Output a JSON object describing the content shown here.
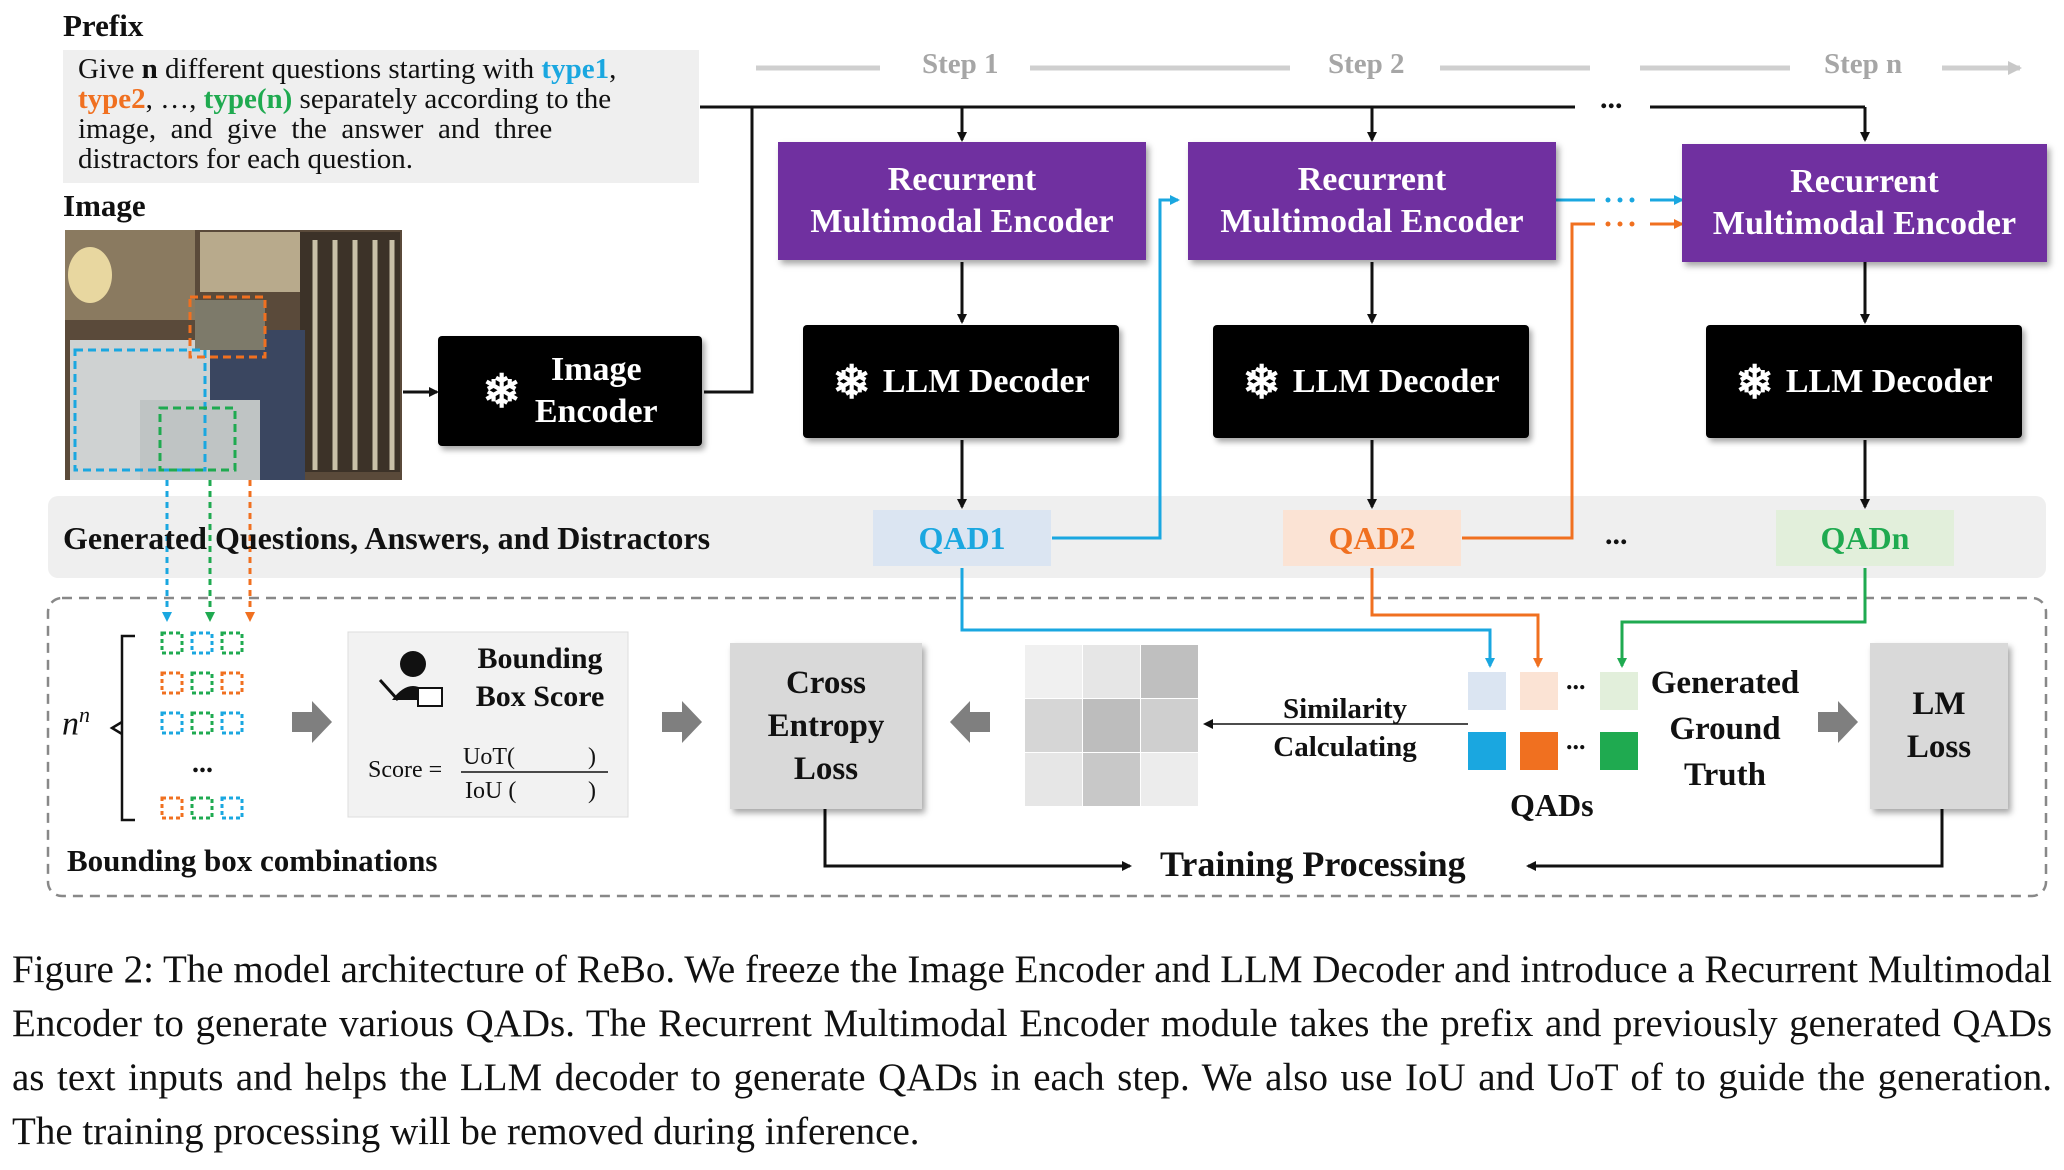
{
  "prefix": {
    "title": "Prefix",
    "line1": [
      "Give ",
      "n",
      " different questions starting with ",
      "type1",
      ","
    ],
    "line2": [
      "type2",
      ", …, ",
      "type(n)",
      " separately according to the"
    ],
    "line3": "image,  and  give  the  answer  and  three",
    "line4": "distractors for each question."
  },
  "image_label": "Image",
  "steps": [
    "Step 1",
    "Step 2",
    "Step n"
  ],
  "step_ellipsis": "···",
  "image_encoder": [
    "Image",
    "Encoder"
  ],
  "rme": [
    "Recurrent",
    "Multimodal Encoder"
  ],
  "llm_decoder": "LLM Decoder",
  "snowflake_icon": "snowflake-icon",
  "band_label": "Generated Questions, Answers, and Distractors",
  "qads": [
    "QAD1",
    "QAD2",
    "QADn"
  ],
  "ellipsis": "...",
  "combos": {
    "label": "n",
    "superscript": "n",
    "ellipsis": "...",
    "caption": "Bounding box combinations"
  },
  "score": {
    "title": [
      "Bounding",
      "Box Score"
    ],
    "prefix": "Score =",
    "num": "UoT(",
    "den": "IoU (",
    "close": ")"
  },
  "cross_entropy": [
    "Cross",
    "Entropy",
    "Loss"
  ],
  "similarity": [
    "Similarity",
    "Calculating"
  ],
  "qads_label": "QADs",
  "generated_gt": [
    "Generated",
    "Ground",
    "Truth"
  ],
  "lm_loss": [
    "LM",
    "Loss"
  ],
  "training": "Training Processing",
  "colors": {
    "blue": "#1aa7e0",
    "orange": "#f07020",
    "green": "#1faa50",
    "purple": "#7030a0"
  },
  "caption": "Figure 2:  The model architecture of ReBo.  We freeze the Image Encoder and LLM Decoder and introduce a Recurrent Multimodal Encoder to generate various QADs. The Recurrent Multimodal Encoder module takes the prefix and previously generated QADs as text inputs and helps the LLM decoder to generate QADs in each step. We also use IoU and UoT of to guide the generation. The training processing will be removed during inference."
}
